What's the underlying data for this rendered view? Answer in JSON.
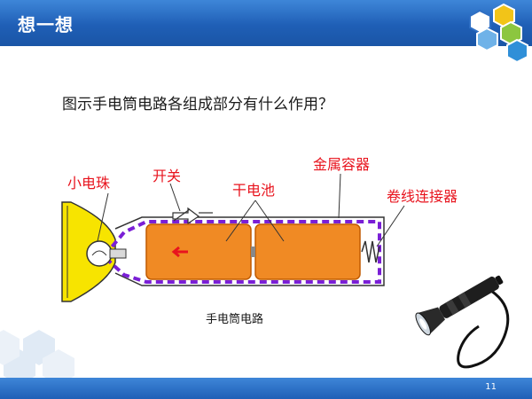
{
  "header": {
    "title": "想一想"
  },
  "question": "图示手电筒电路各组成部分有什么作用？",
  "diagram": {
    "labels": {
      "bulb": "小电珠",
      "switch": "开关",
      "battery": "干电池",
      "metal_container": "金属容器",
      "spring_connector": "卷线连接器"
    },
    "caption": "手电筒电路"
  },
  "footer": {
    "page_number": "11"
  },
  "colors": {
    "title_bar": "#1f5fb6",
    "label_red": "#e8141e",
    "battery_orange": "#f08a24",
    "circuit_purple": "#7a1fd6",
    "reflector_yellow": "#f7e400"
  },
  "icons": [
    "hexagon-cluster-top-right",
    "hexagon-cluster-bottom-left",
    "flashlight-photo"
  ]
}
